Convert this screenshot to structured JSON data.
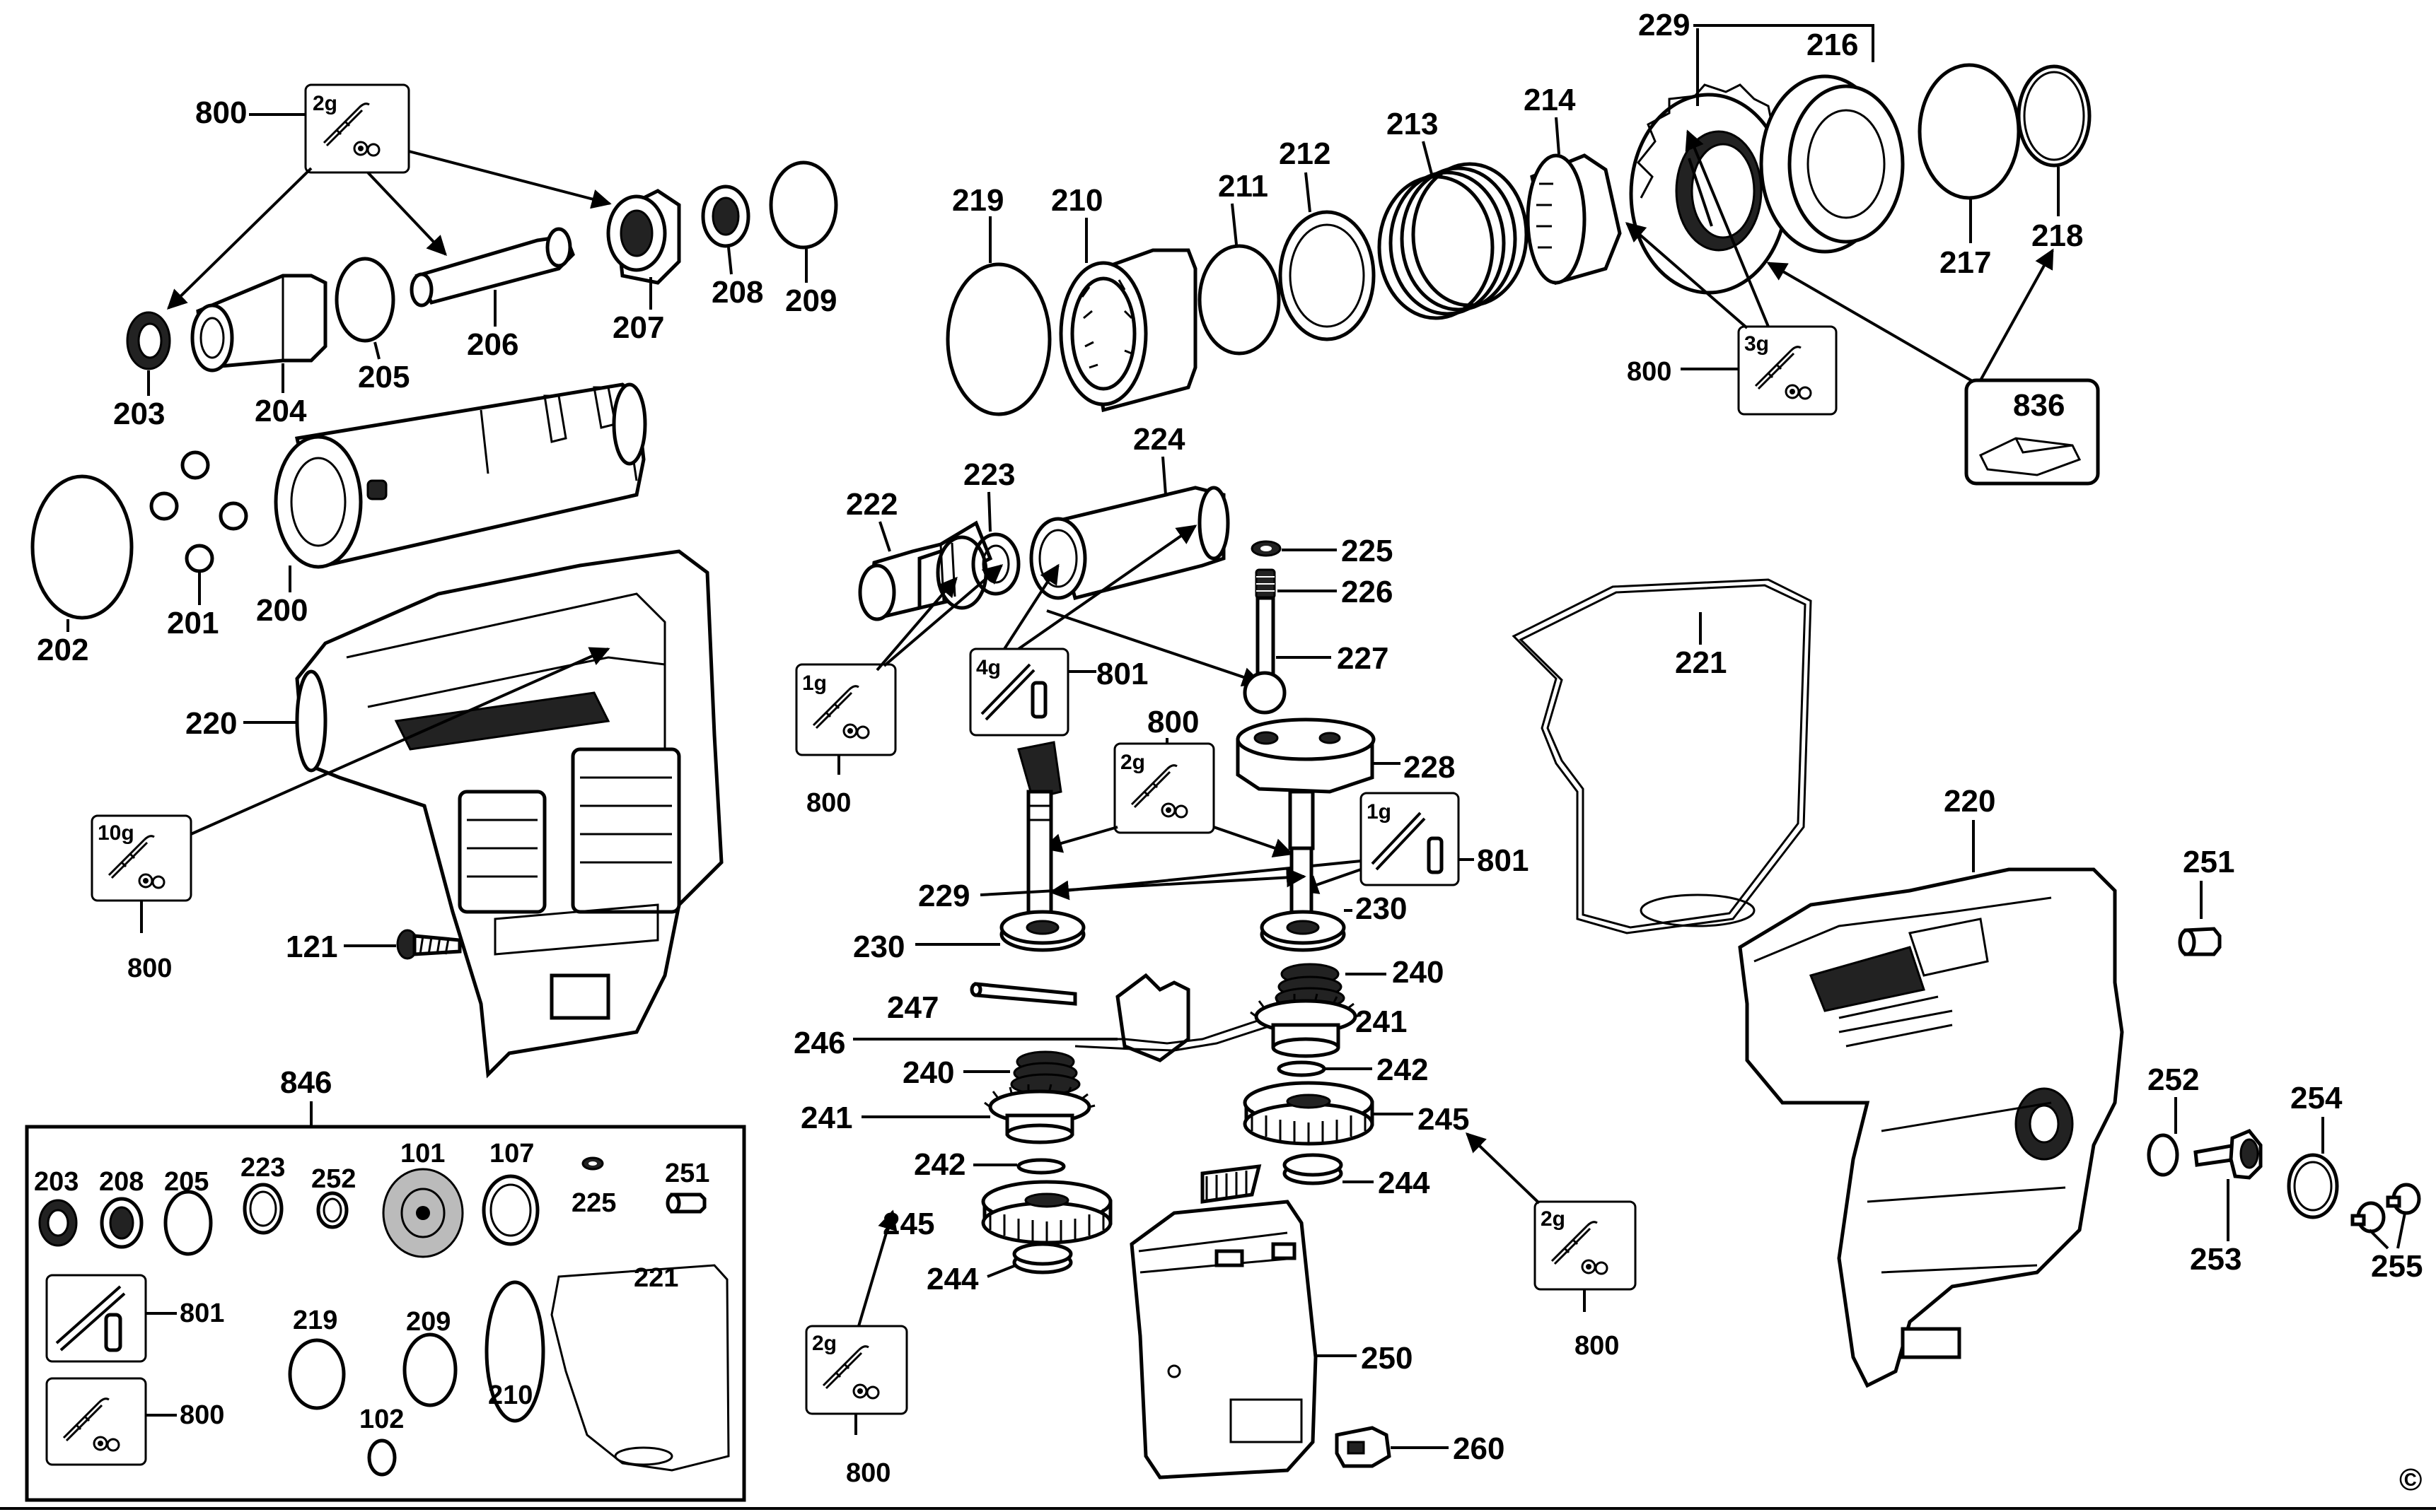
{
  "labels": {
    "p800_a": "800",
    "p2g_a": "2g",
    "p203": "203",
    "p204": "204",
    "p205": "205",
    "p206": "206",
    "p207": "207",
    "p208": "208",
    "p209": "209",
    "p202": "202",
    "p201": "201",
    "p200": "200",
    "p220_a": "220",
    "p10g": "10g",
    "p800_b": "800",
    "p121": "121",
    "p219": "219",
    "p210": "210",
    "p211": "211",
    "p212": "212",
    "p213": "213",
    "p214": "214",
    "p229_a": "229",
    "p216": "216",
    "p217": "217",
    "p218": "218",
    "p3g": "3g",
    "p800_c": "800",
    "p836": "836",
    "p222": "222",
    "p223": "223",
    "p224": "224",
    "p1g_a": "1g",
    "p800_d": "800",
    "p4g": "4g",
    "p801_a": "801",
    "p225": "225",
    "p226": "226",
    "p227": "227",
    "p221": "221",
    "p800_e": "800",
    "p2g_b": "2g",
    "p228": "228",
    "p1g_b": "1g",
    "p801_b": "801",
    "p229_b": "229",
    "p230_a": "230",
    "p230_b": "230",
    "p247": "247",
    "p240_a": "240",
    "p246": "246",
    "p241_a": "241",
    "p240_b": "240",
    "p241_b": "241",
    "p242_a": "242",
    "p242_b": "242",
    "p245_a": "245",
    "p245_b": "245",
    "p244_a": "244",
    "p244_b": "244",
    "p2g_c": "2g",
    "p800_f": "800",
    "p2g_d": "2g",
    "p800_g": "800",
    "p250": "250",
    "p260": "260",
    "p220_b": "220",
    "p251": "251",
    "p252": "252",
    "p253": "253",
    "p254": "254",
    "p255": "255",
    "copyright": "©"
  },
  "kit846": {
    "title": "846",
    "items": [
      "203",
      "208",
      "205",
      "223",
      "252",
      "101",
      "107",
      "225",
      "251",
      "801",
      "219",
      "209",
      "221",
      "210",
      "102",
      "800"
    ]
  }
}
